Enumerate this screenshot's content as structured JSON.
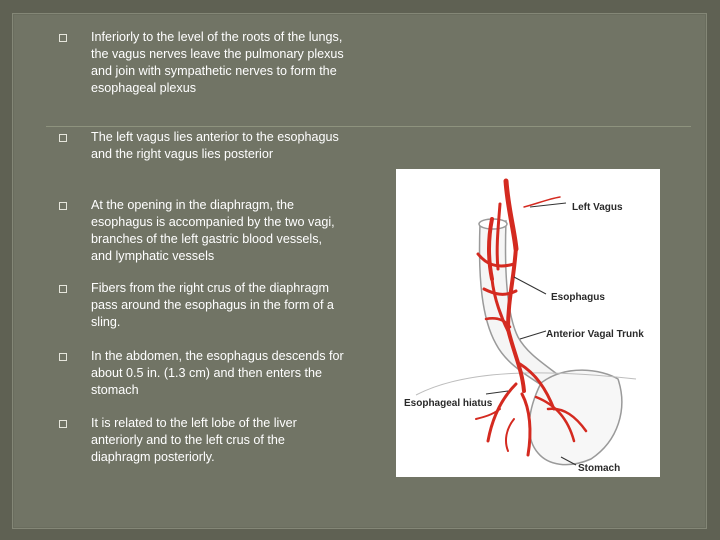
{
  "bullets": [
    "Inferiorly to the level of the roots of the lungs, the vagus nerves leave the pulmonary plexus and join with sympathetic nerves to form the esophageal plexus",
    "The left vagus lies anterior to the esophagus and the right vagus lies posterior",
    "At the opening in the diaphragm, the esophagus is accompanied by the two vagi, branches of the left gastric blood vessels, and lymphatic vessels",
    "Fibers from the right crus of the diaphragm pass around the esophagus in the form of a sling.",
    "In the abdomen, the esophagus descends for about 0.5 in. (1.3 cm) and then enters the stomach",
    "It is related to the left lobe of the liver anteriorly and to the left crus of the diaphragm posteriorly."
  ],
  "figure": {
    "labels": {
      "left_vagus": "Left Vagus",
      "esophagus": "Esophagus",
      "anterior_vagal_trunk": "Anterior Vagal Trunk",
      "esophageal_hiatus": "Esophageal hiatus",
      "stomach": "Stomach"
    },
    "colors": {
      "nerve": "#d42a20",
      "esophagus_outline": "#9a9a9a",
      "label": "#2a2a2a"
    }
  }
}
